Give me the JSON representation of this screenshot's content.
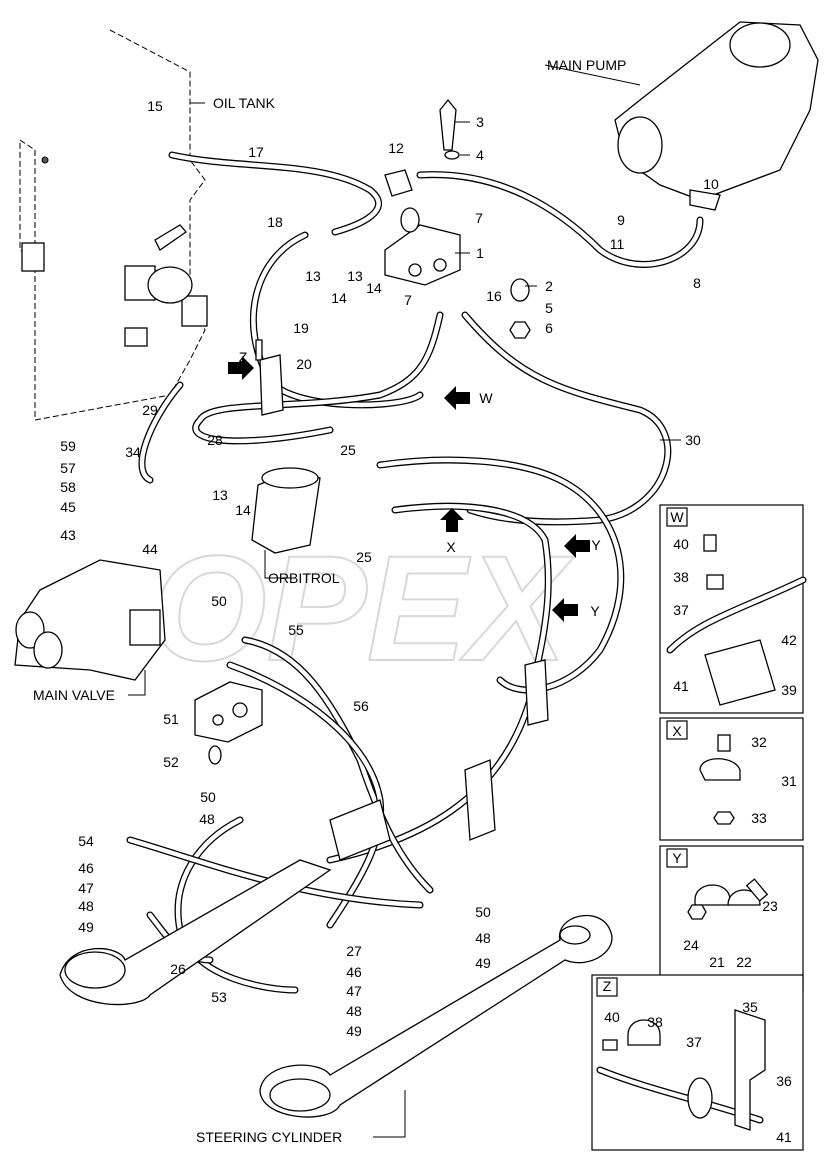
{
  "titles": {
    "main_pump": "MAIN PUMP",
    "oil_tank": "OIL TANK",
    "orbitrol": "ORBITROL",
    "main_valve": "MAIN VALVE",
    "steering_cylinder": "STEERING CYLINDER"
  },
  "watermark": "OPEX",
  "callouts": [
    "3",
    "4",
    "12",
    "7",
    "1",
    "2",
    "5",
    "6",
    "16",
    "7",
    "13",
    "14",
    "13",
    "14",
    "15",
    "17",
    "18",
    "19",
    "20",
    "29",
    "28",
    "25",
    "30",
    "W",
    "Z",
    "10",
    "9",
    "11",
    "8",
    "59",
    "57",
    "58",
    "45",
    "43",
    "34",
    "13",
    "14",
    "44",
    "25",
    "X",
    "Y",
    "Y",
    "50",
    "55",
    "56",
    "51",
    "52",
    "50",
    "48",
    "54",
    "46",
    "47",
    "48",
    "49",
    "26",
    "53",
    "27",
    "46",
    "47",
    "48",
    "49",
    "50",
    "48",
    "49"
  ],
  "detail_views": {
    "W": {
      "title": "W",
      "callouts": [
        "40",
        "38",
        "37",
        "42",
        "41",
        "39"
      ]
    },
    "X": {
      "title": "X",
      "callouts": [
        "32",
        "31",
        "33"
      ]
    },
    "Y": {
      "title": "Y",
      "callouts": [
        "23",
        "24",
        "21",
        "22"
      ]
    },
    "Z": {
      "title": "Z",
      "callouts": [
        "35",
        "40",
        "38",
        "37",
        "36",
        "41"
      ]
    }
  }
}
